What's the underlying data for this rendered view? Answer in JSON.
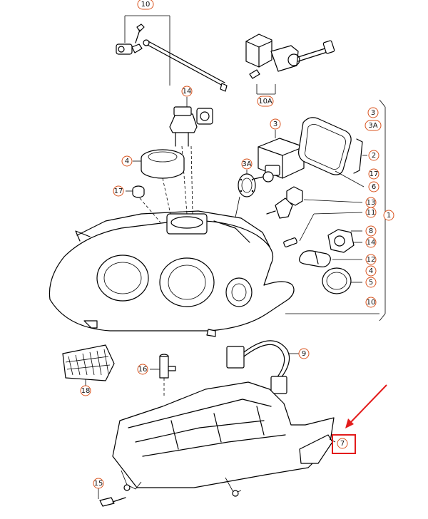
{
  "callouts": [
    {
      "id": "c10",
      "label": "10"
    },
    {
      "id": "c10A",
      "label": "10A"
    },
    {
      "id": "c14top",
      "label": "14"
    },
    {
      "id": "c4left",
      "label": "4"
    },
    {
      "id": "c17left",
      "label": "17"
    },
    {
      "id": "c3mid",
      "label": "3"
    },
    {
      "id": "c3Amid",
      "label": "3A"
    },
    {
      "id": "c3right",
      "label": "3"
    },
    {
      "id": "c3Aright",
      "label": "3A"
    },
    {
      "id": "c2",
      "label": "2"
    },
    {
      "id": "c17right",
      "label": "17"
    },
    {
      "id": "c6",
      "label": "6"
    },
    {
      "id": "c13",
      "label": "13"
    },
    {
      "id": "c11",
      "label": "11"
    },
    {
      "id": "c1",
      "label": "1"
    },
    {
      "id": "c8",
      "label": "8"
    },
    {
      "id": "c14right",
      "label": "14"
    },
    {
      "id": "c12",
      "label": "12"
    },
    {
      "id": "c4right",
      "label": "4"
    },
    {
      "id": "c5",
      "label": "5"
    },
    {
      "id": "c10right",
      "label": "10"
    },
    {
      "id": "c9",
      "label": "9"
    },
    {
      "id": "c16",
      "label": "16"
    },
    {
      "id": "c18",
      "label": "18"
    },
    {
      "id": "c7",
      "label": "7"
    },
    {
      "id": "c15",
      "label": "15"
    }
  ],
  "highlight": {
    "target": "7",
    "color": "#e31b1b"
  },
  "colors": {
    "callout_ring": "#d9531e",
    "line": "#000000",
    "arrow": "#e31b1b"
  }
}
